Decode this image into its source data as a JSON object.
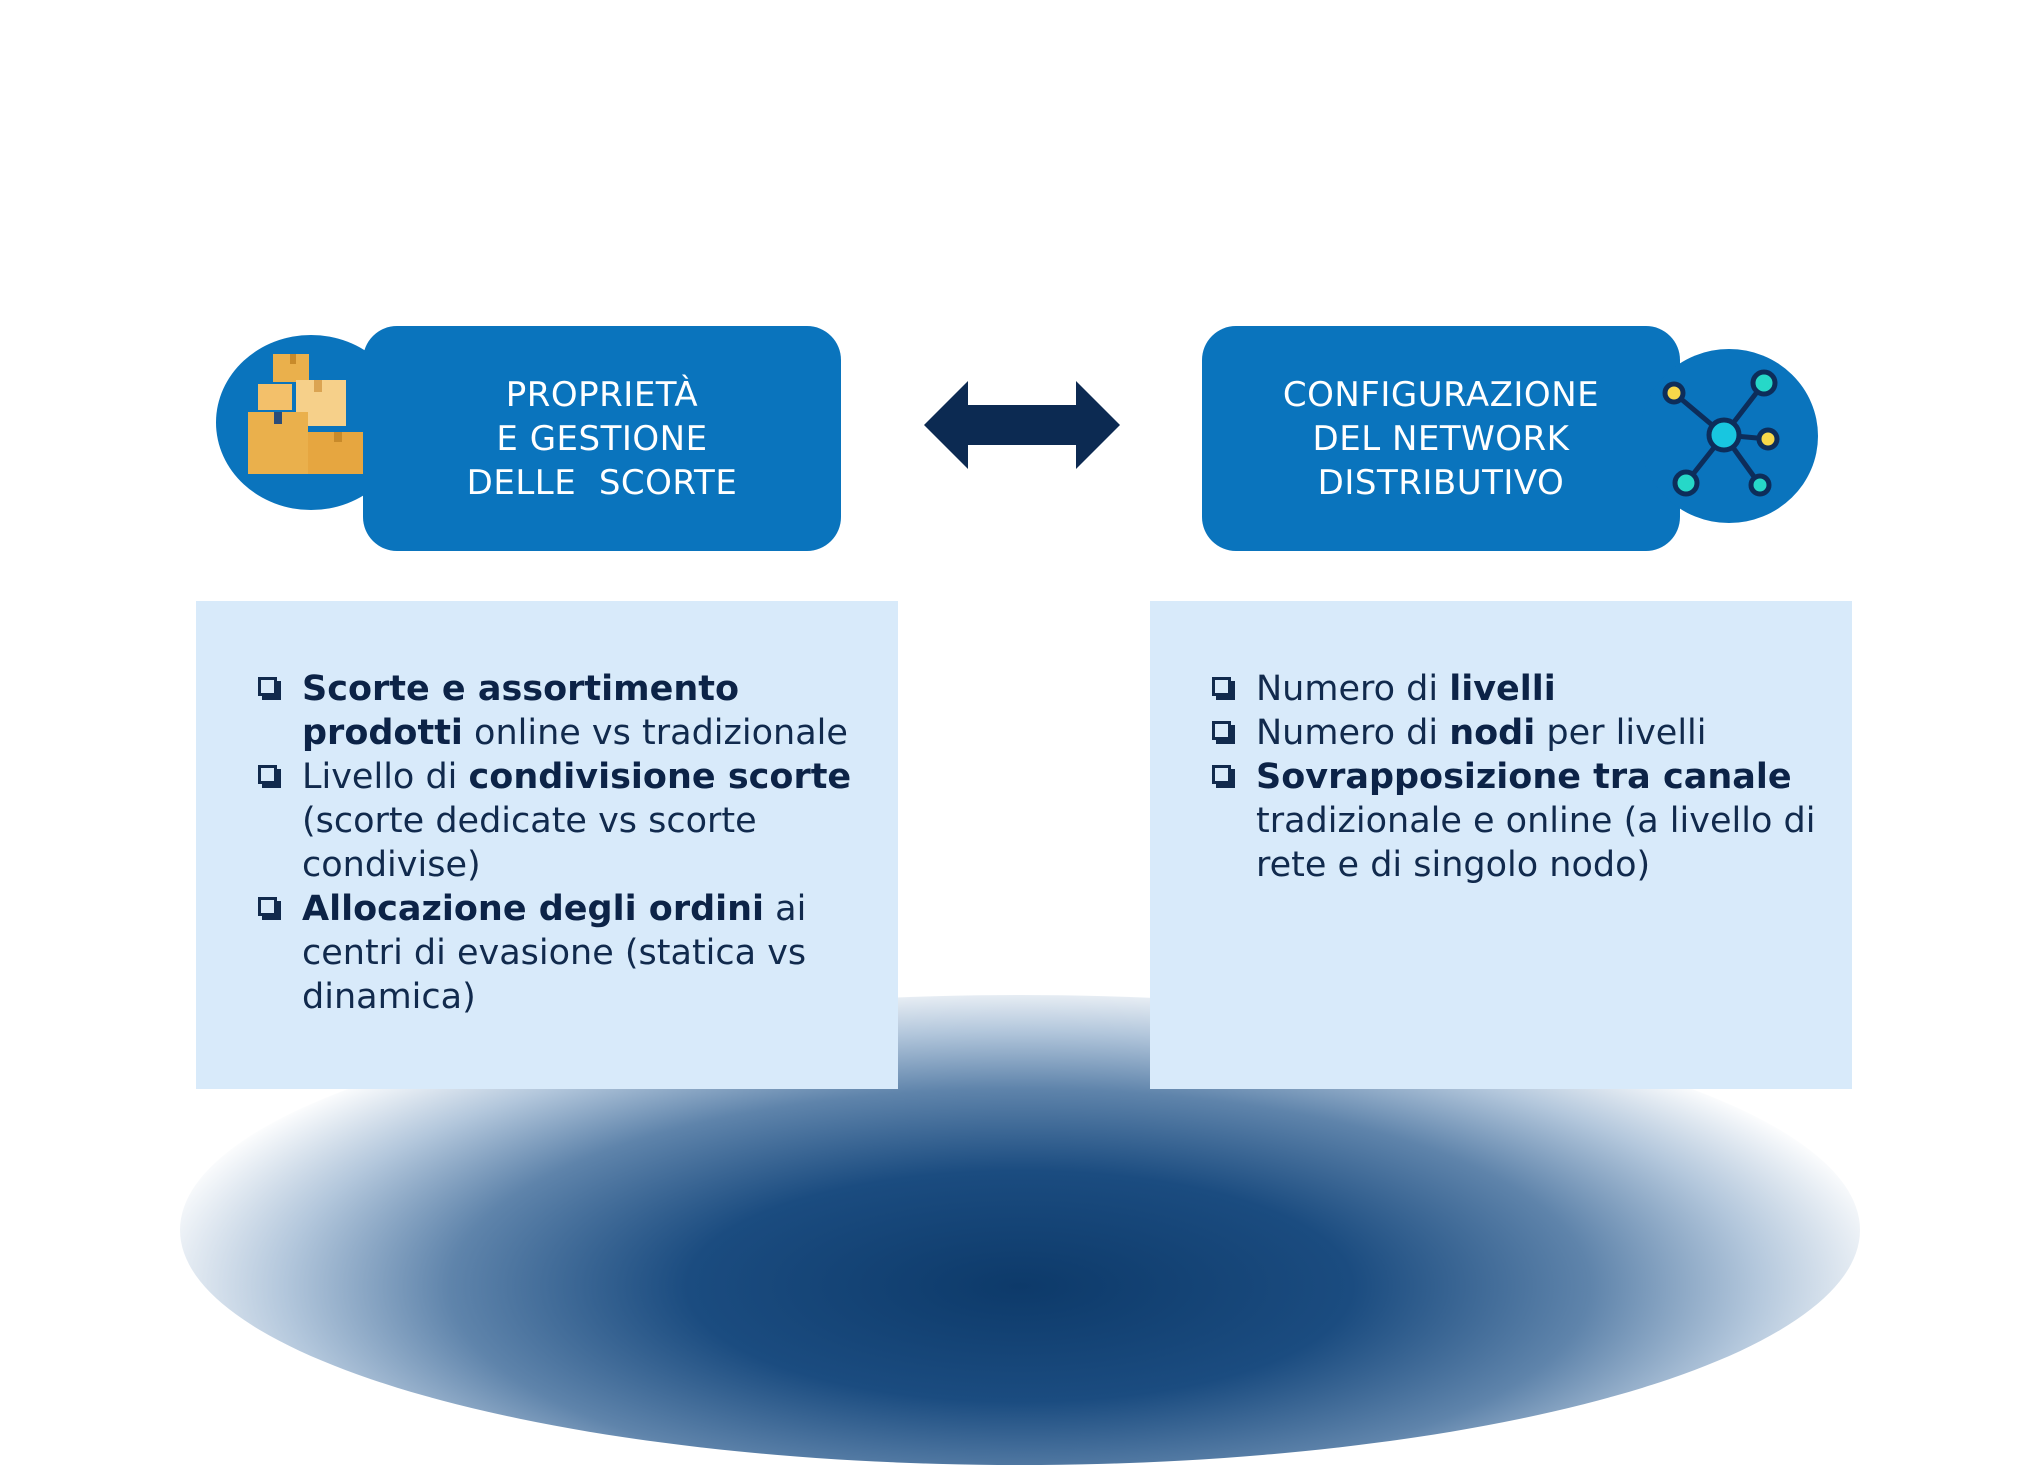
{
  "left_block": {
    "title_lines": [
      "PROPRIETÀ",
      "E GESTIONE",
      "DELLE  SCORTE"
    ],
    "icon": "boxes-icon",
    "items": [
      {
        "parts": [
          {
            "t": "Scorte e assortimento prodotti",
            "b": true
          },
          {
            "t": " online vs tradizionale",
            "b": false
          }
        ]
      },
      {
        "parts": [
          {
            "t": "Livello di ",
            "b": false
          },
          {
            "t": "condivisione scorte",
            "b": true
          },
          {
            "t": " (scorte dedicate vs scorte condivise)",
            "b": false
          }
        ]
      },
      {
        "parts": [
          {
            "t": "Allocazione degli ordini",
            "b": true
          },
          {
            "t": " ai centri di evasione (statica vs dinamica)",
            "b": false
          }
        ]
      }
    ]
  },
  "right_block": {
    "title_lines": [
      "CONFIGURAZIONE",
      "DEL NETWORK",
      "DISTRIBUTIVO"
    ],
    "icon": "network-icon",
    "items": [
      {
        "parts": [
          {
            "t": "Numero di ",
            "b": false
          },
          {
            "t": "livelli",
            "b": true
          }
        ]
      },
      {
        "parts": [
          {
            "t": "Numero di ",
            "b": false
          },
          {
            "t": "nodi",
            "b": true
          },
          {
            "t": " per livelli",
            "b": false
          }
        ]
      },
      {
        "parts": [
          {
            "t": "Sovrapposizione tra canale",
            "b": true
          },
          {
            "t": " tradizionale e online (a livello di rete e di singolo nodo)",
            "b": false
          }
        ]
      }
    ]
  },
  "connector_icon": "double-arrow-icon",
  "colors": {
    "pill_blue": "#0a74bd",
    "panel_blue": "#d8eafa",
    "text_navy": "#112a4d",
    "arrow_navy": "#0c2a52"
  }
}
